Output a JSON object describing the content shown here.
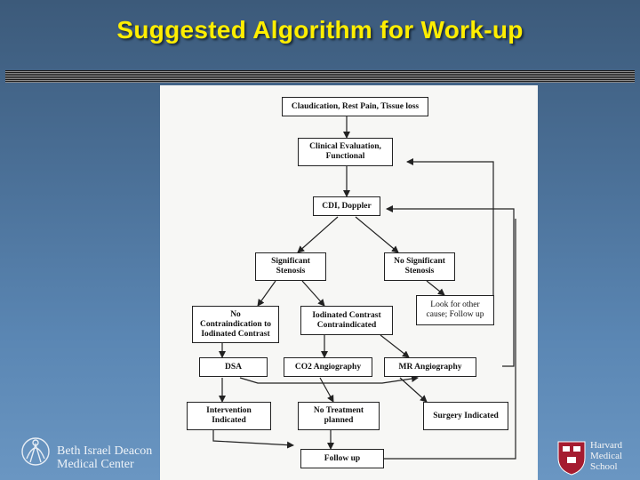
{
  "slide": {
    "title": "Suggested Algorithm for Work-up"
  },
  "flowchart": {
    "nodes": {
      "presentation": "Claudication, Rest Pain, Tissue loss",
      "clinical_eval": "Clinical Evaluation,\nFunctional",
      "cdi_doppler": "CDI, Doppler",
      "significant_stenosis": "Significant\nStenosis",
      "no_significant_stenosis": "No Significant\nStenosis",
      "look_other_cause": "Look for other\ncause; Follow up",
      "no_contraindication": "No\nContraindication to\nIodinated Contrast",
      "iodinated_contraindicated": "Iodinated Contrast\nContraindicated",
      "dsa": "DSA",
      "co2_angiography": "CO2 Angiography",
      "mr_angiography": "MR Angiography",
      "intervention_indicated": "Intervention\nIndicated",
      "no_treatment": "No Treatment\nplanned",
      "surgery_indicated": "Surgery Indicated",
      "follow_up": "Follow up"
    }
  },
  "footer": {
    "bidmc_line1": "Beth Israel Deacon",
    "bidmc_line2": "Medical Center",
    "hms_line1": "Harvard",
    "hms_line2": "Medical",
    "hms_line3": "School"
  },
  "colors": {
    "title": "#ffee00",
    "background_top": "#3c5a7a",
    "background_bottom": "#6a96c2",
    "hms_crimson": "#a51c30"
  }
}
